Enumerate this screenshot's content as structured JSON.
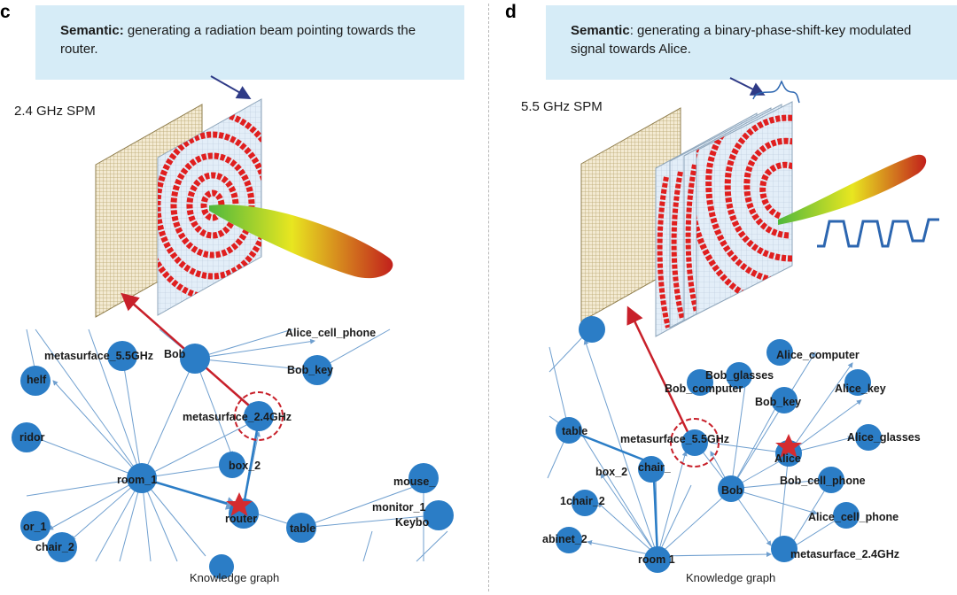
{
  "panel_c": {
    "label": "c",
    "semantic_bold": "Semantic:",
    "semantic_text": " generating a radiation beam pointing towards the router.",
    "spm_label": "2.4 GHz SPM",
    "caption": "Knowledge graph",
    "nodes": [
      {
        "id": "metasurface_5.5GHz",
        "label": "metasurface_5.5GHz"
      },
      {
        "id": "Bob",
        "label": "Bob"
      },
      {
        "id": "Alice_cell_phone",
        "label": "Alice_cell_phone"
      },
      {
        "id": "Bob_key",
        "label": "Bob_key"
      },
      {
        "id": "shelf",
        "label": "helf"
      },
      {
        "id": "corridor",
        "label": "ridor"
      },
      {
        "id": "metasurface_2.4GHz",
        "label": "metasurface_2.4GHz"
      },
      {
        "id": "room_1",
        "label": "room_1"
      },
      {
        "id": "box_2",
        "label": "box_2"
      },
      {
        "id": "router",
        "label": "router"
      },
      {
        "id": "table",
        "label": "table"
      },
      {
        "id": "mouse",
        "label": "mouse_"
      },
      {
        "id": "monitor_1",
        "label": "monitor_1"
      },
      {
        "id": "keyboard",
        "label": "Keybo"
      },
      {
        "id": "door_1",
        "label": "or_1"
      },
      {
        "id": "chair_2",
        "label": "chair_2"
      }
    ]
  },
  "panel_d": {
    "label": "d",
    "semantic_bold": "Semantic",
    "semantic_text": ": generating a binary-phase-shift-key modulated signal towards Alice.",
    "spm_label": "5.5 GHz SPM",
    "caption": "Knowledge graph",
    "nodes": [
      {
        "id": "Alice_computer",
        "label": "Alice_computer"
      },
      {
        "id": "Bob_glasses",
        "label": "Bob_glasses"
      },
      {
        "id": "Bob_computer",
        "label": "Bob_computer"
      },
      {
        "id": "Alice_key",
        "label": "Alice_key"
      },
      {
        "id": "Bob_key",
        "label": "Bob_key"
      },
      {
        "id": "table",
        "label": "table"
      },
      {
        "id": "metasurface_5.5GHz",
        "label": "metasurface_5.5GHz"
      },
      {
        "id": "Alice_glasses",
        "label": "Alice_glasses"
      },
      {
        "id": "Alice",
        "label": "Alice"
      },
      {
        "id": "box_2",
        "label": "box_2"
      },
      {
        "id": "chair_",
        "label": "chair_"
      },
      {
        "id": "Bob_cell_phone",
        "label": "Bob_cell_phone"
      },
      {
        "id": "Bob",
        "label": "Bob"
      },
      {
        "id": "chair_2",
        "label": "1chair_2"
      },
      {
        "id": "Alice_cell_phone",
        "label": "Alice_cell_phone"
      },
      {
        "id": "cabinet_2",
        "label": "abinet_2"
      },
      {
        "id": "room_1",
        "label": "room 1"
      },
      {
        "id": "metasurface_2.4GHz",
        "label": "metasurface_2.4GHz"
      }
    ]
  },
  "colors": {
    "node": "#2b7dc6",
    "edge": "#6f9fcf",
    "highlight_arrow": "#c8202a",
    "star": "#d42b30",
    "semantic_box": "#d6ecf7",
    "beam_start": "#4fb83d",
    "beam_mid": "#e8e620",
    "beam_end": "#c2201c",
    "modulated_signal": "#2c66b0",
    "pointer_arrow": "#2e3a86"
  }
}
